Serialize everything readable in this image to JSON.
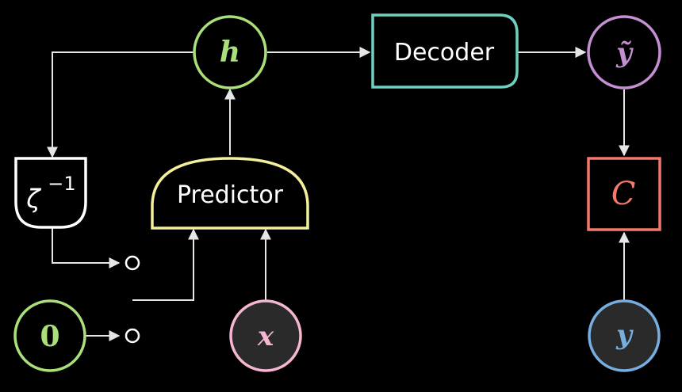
{
  "nodes": {
    "h": {
      "symbol": "h",
      "color": "#a9e07a"
    },
    "decoder": {
      "label": "Decoder",
      "color": "#6fcfc0"
    },
    "y_tilde": {
      "symbol": "ỹ",
      "color": "#c58fd3"
    },
    "zeta_inv": {
      "symbol": "ζ",
      "superscript": "−1",
      "color": "#ffffff"
    },
    "predictor": {
      "label": "Predictor",
      "color": "#f3ef9c"
    },
    "cost": {
      "symbol": "C",
      "color": "#f2796b"
    },
    "zero": {
      "symbol": "0",
      "color": "#a9e07a"
    },
    "x": {
      "symbol": "x",
      "color": "#f6b6d2"
    },
    "y": {
      "symbol": "y",
      "color": "#77aee0"
    }
  }
}
